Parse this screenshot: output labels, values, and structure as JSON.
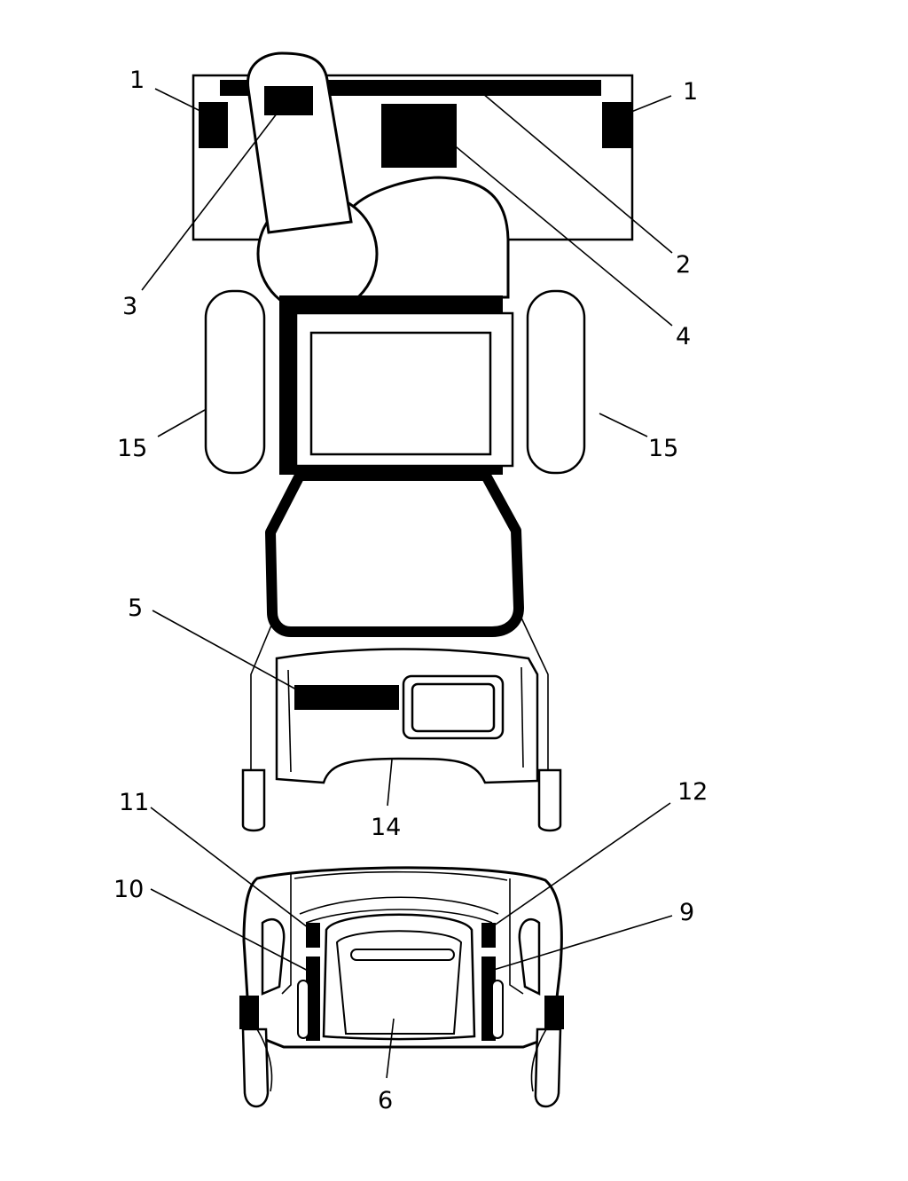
{
  "callouts": {
    "c1_left": "1",
    "c1_right": "1",
    "c2": "2",
    "c3": "3",
    "c4": "4",
    "c5": "5",
    "c6": "6",
    "c9": "9",
    "c10": "10",
    "c11": "11",
    "c12": "12",
    "c14": "14",
    "c15_left": "15",
    "c15_right": "15"
  },
  "colors": {
    "ink": "#000000",
    "paper": "#ffffff"
  }
}
